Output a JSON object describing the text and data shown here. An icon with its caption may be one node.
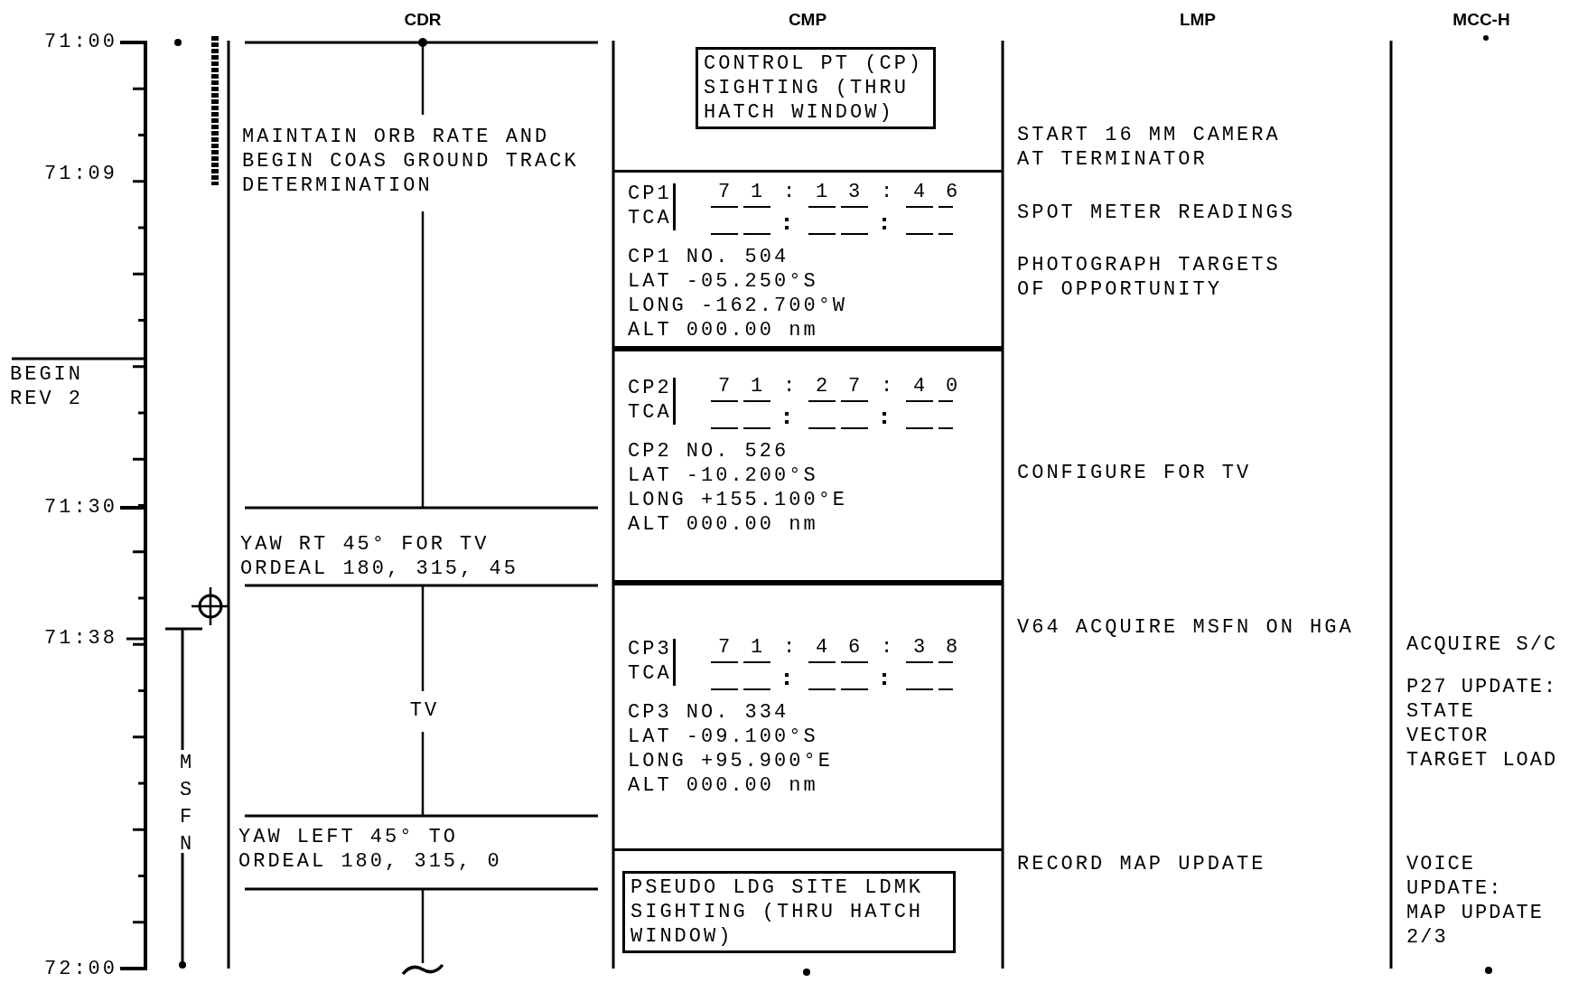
{
  "diagram": {
    "nodes": [
      {
        "text": [
          "CONTROL PT (CP) SIGHTING (THRU HATCH WINDOW)"
        ]
      },
      {
        "text": [
          "CP1",
          "TCA",
          "71:13:46",
          "CP1 NO. 504",
          "LAT -05.250°S",
          "LONG -162.700°W",
          "ALT 000.00 nm"
        ]
      },
      {
        "text": [
          "CP2",
          "TCA",
          "71:27:40",
          "CP2 NO. 526",
          "LAT -10.200°S",
          "LONG +155.100°E",
          "ALT 000.00 nm"
        ]
      },
      {
        "text": [
          "CP3",
          "TCA",
          "71:46:38",
          "CP3 NO. 334",
          "LAT -09.100°S",
          "LONG +95.900°E",
          "ALT 000.00 nm"
        ]
      },
      {
        "text": [
          "PSEUDO LDG SITE LDMK SIGHTING (THRU HATCH WINDOW)"
        ]
      }
    ],
    "labels": [
      "CDR",
      "CMP",
      "LMP",
      "MCC-H",
      "71:00",
      "MAINTAIN ORB RATE AND BEGIN COAS GROUND TRACK DETERMINATION",
      "START 16 MM CAMERA AT TERMINATOR",
      "71:09",
      "SPOT METER READINGS",
      "PHOTOGRAPH TARGETS OF OPPORTUNITY",
      "BEGIN REV 2",
      "CONFIGURE FOR TV",
      "71:30",
      "YAW RT 45° FOR TV ORDEAL 180, 315, 45",
      "71:38",
      "V64 ACQUIRE MSFN ON HGA",
      "ACQUIRE S/C",
      "P27 UPDATE: STATE VECTOR TARGET LOAD",
      "TV",
      "MSFN",
      "YAW LEFT 45° TO ORDEAL 180, 315, 0",
      "RECORD MAP UPDATE",
      "VOICE UPDATE: MAP UPDATE 2/3",
      "72:00"
    ]
  }
}
